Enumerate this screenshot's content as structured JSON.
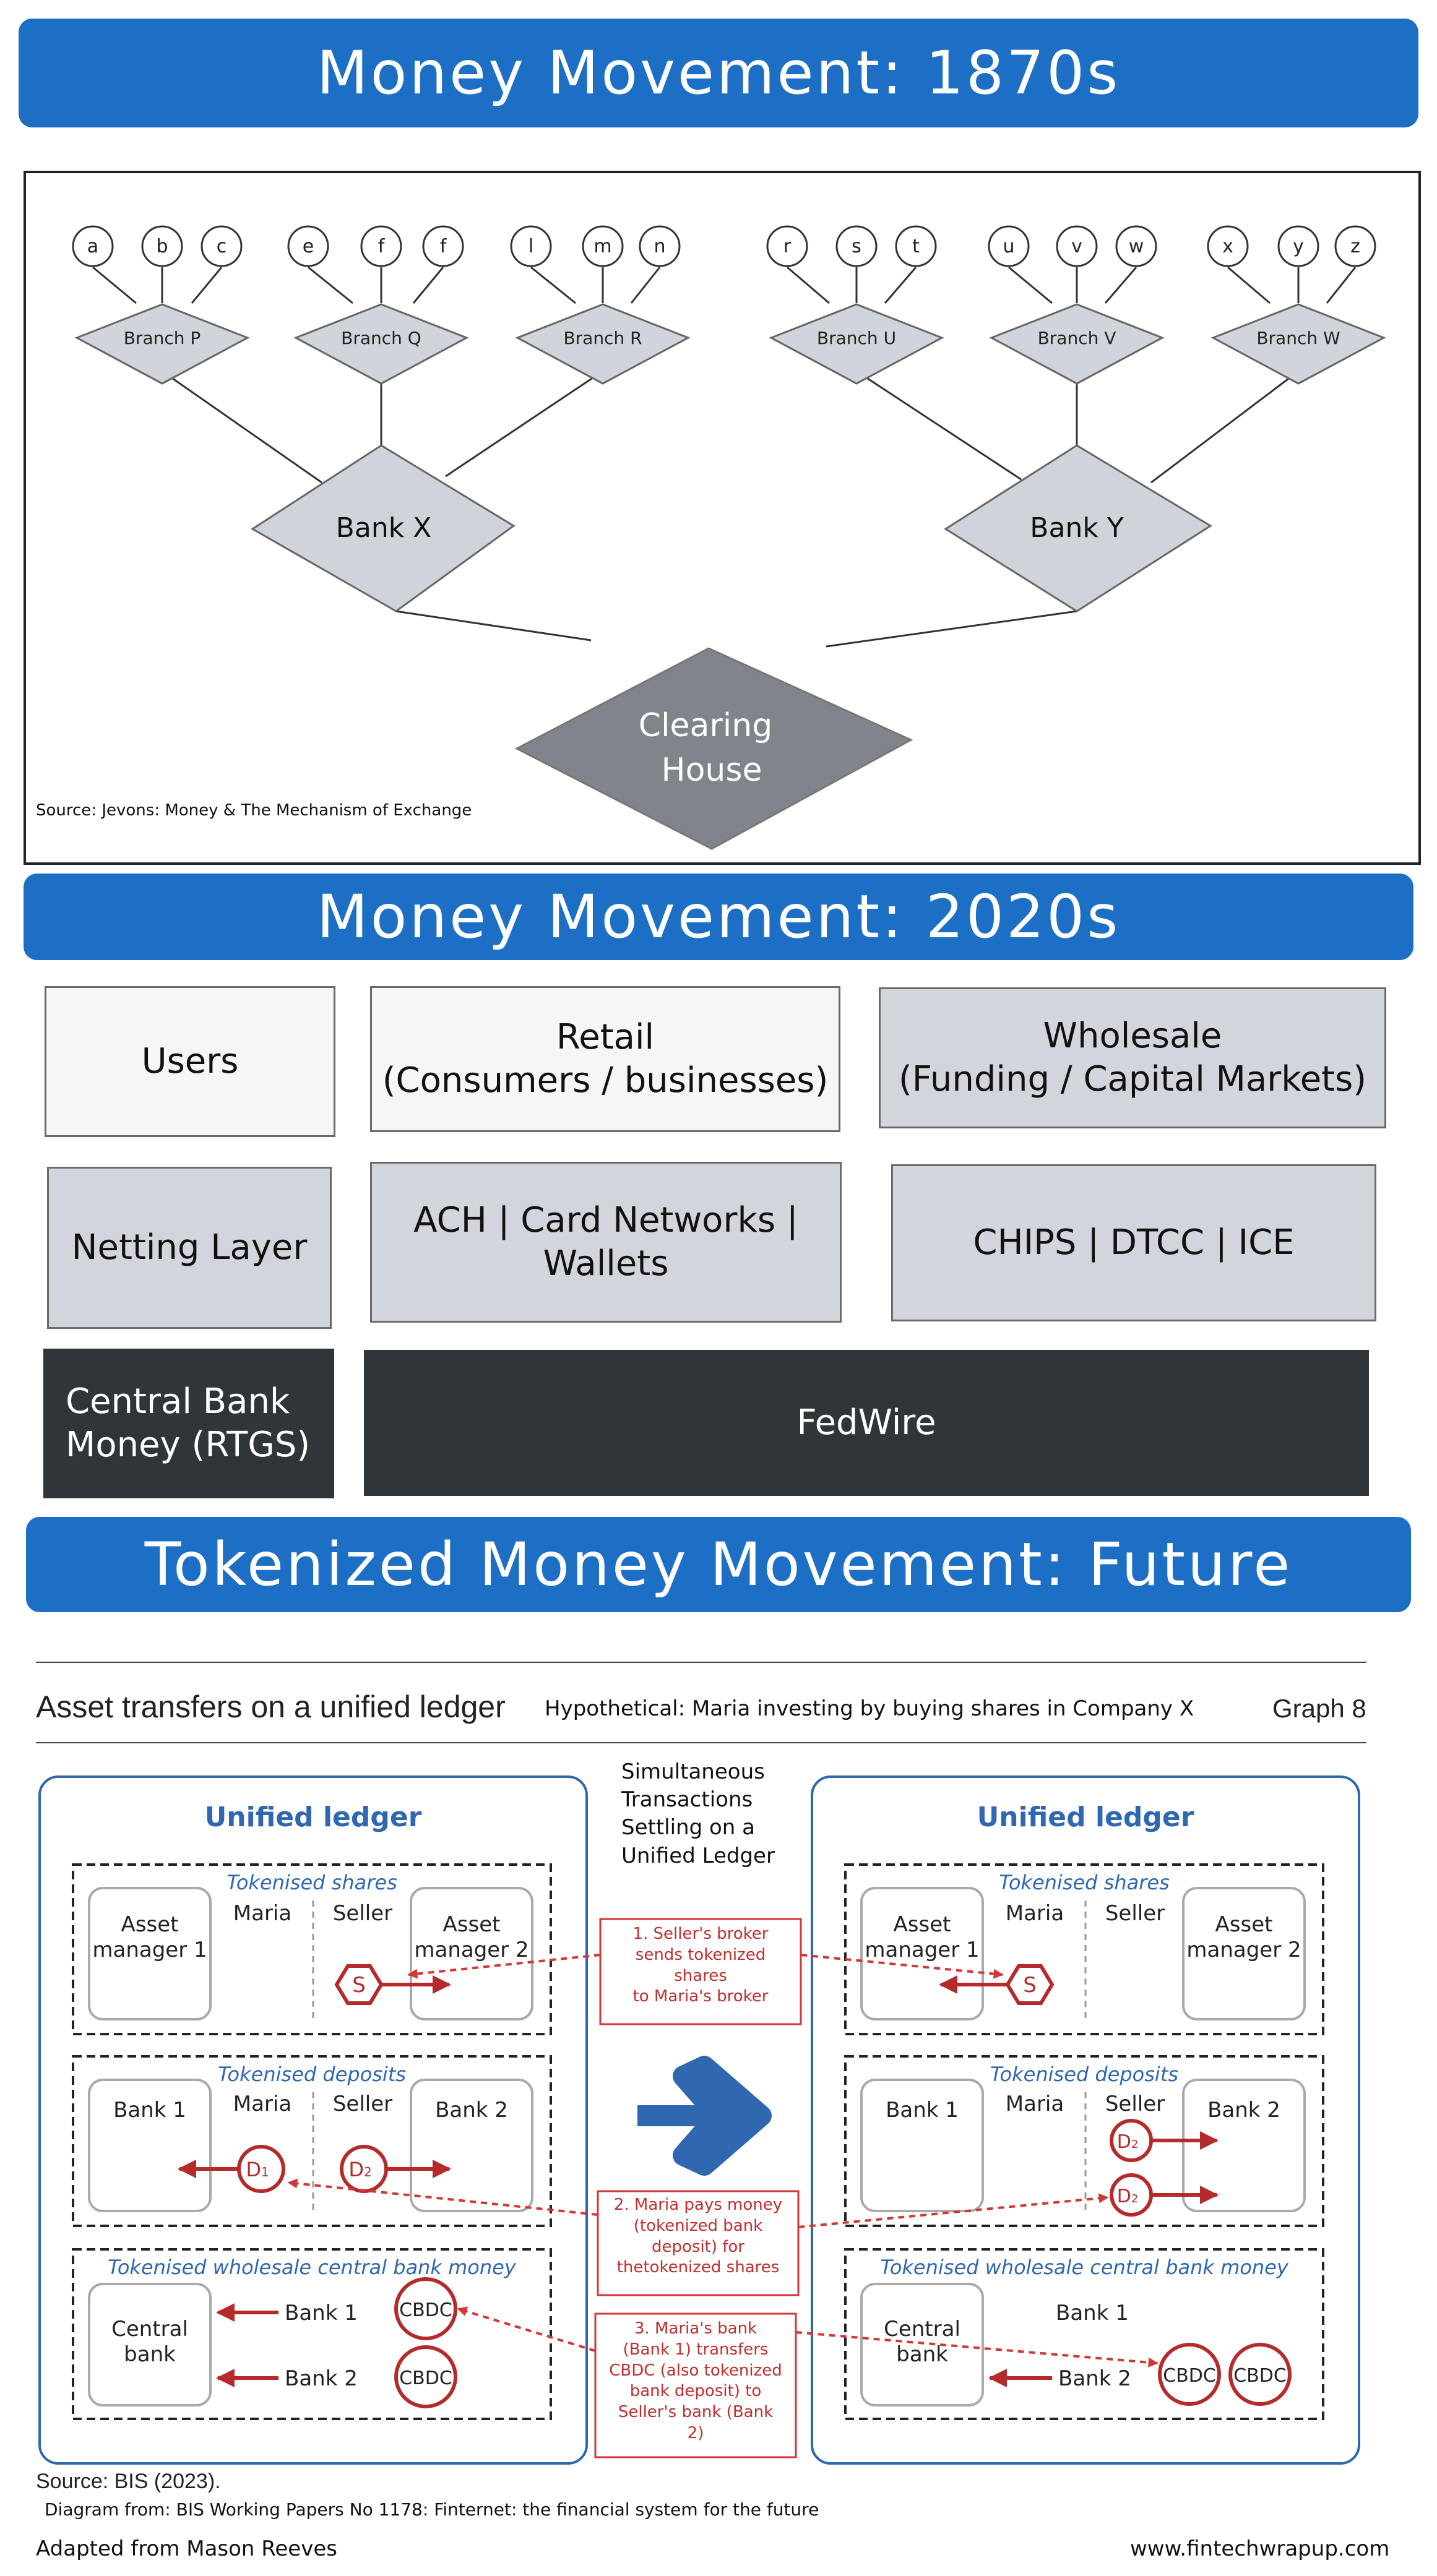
{
  "section1": {
    "banner": "Money Movement: 1870s",
    "source": "Source: Jevons: Money & The Mechanism of Exchange",
    "users": [
      "a",
      "b",
      "c",
      "e",
      "f",
      "f",
      "l",
      "m",
      "n",
      "r",
      "s",
      "t",
      "u",
      "v",
      "w",
      "x",
      "y",
      "z"
    ],
    "branches": [
      "Branch P",
      "Branch Q",
      "Branch R",
      "Branch U",
      "Branch V",
      "Branch W"
    ],
    "banks": [
      "Bank X",
      "Bank Y"
    ],
    "clearing_line1": "Clearing",
    "clearing_line2": "House"
  },
  "section2": {
    "banner": "Money Movement: 2020s",
    "rows": [
      [
        "Users",
        "Retail\n(Consumers / businesses)",
        "Wholesale\n(Funding / Capital Markets)"
      ],
      [
        "Netting Layer",
        "ACH | Card Networks |\nWallets",
        "CHIPS | DTCC | ICE"
      ],
      [
        "Central Bank\nMoney (RTGS)",
        "FedWire"
      ]
    ]
  },
  "section3": {
    "banner": "Tokenized Money Movement: Future",
    "title": "Asset transfers on a unified ledger",
    "subtitle": "Hypothetical: Maria investing by buying shares in Company X",
    "graph": "Graph 8",
    "center_note": "Simultaneous\nTransactions\nSettling on a\nUnified Ledger",
    "ledger_title": "Unified ledger",
    "shares_title": "Tokenised shares",
    "deposits_title": "Tokenised deposits",
    "cbm_title": "Tokenised wholesale central bank money",
    "am1": "Asset\nmanager 1",
    "am2": "Asset\nmanager 2",
    "maria": "Maria",
    "seller": "Seller",
    "bank1": "Bank 1",
    "bank2": "Bank 2",
    "central_bank": "Central\nbank",
    "token_s": "S",
    "token_d": "D",
    "token_sub": "1",
    "token_sub2": "2",
    "token_cbdc": "CBDC",
    "note1": "1. Seller's broker\nsends tokenized\nshares\nto Maria's broker",
    "note2": "2. Maria pays money\n(tokenized bank\ndeposit) for\nthetokenized shares",
    "note3": "3. Maria's bank\n(Bank 1) transfers\nCBDC (also tokenized\nbank deposit) to\nSeller's bank (Bank\n2)",
    "source": "Source: BIS (2023).",
    "diagram_from": "Diagram from: BIS Working Papers No 1178: Finternet: the financial system for the future",
    "adapted": "Adapted from Mason Reeves",
    "website": "www.fintechwrapup.com"
  },
  "colors": {
    "banner": "#1c6fc4",
    "diamond_light": "#cfd4da",
    "diamond_dark": "#7f858b",
    "ledger_blue": "#2f67b1",
    "token_red": "#b52b2b",
    "dark_box": "#30353a"
  }
}
